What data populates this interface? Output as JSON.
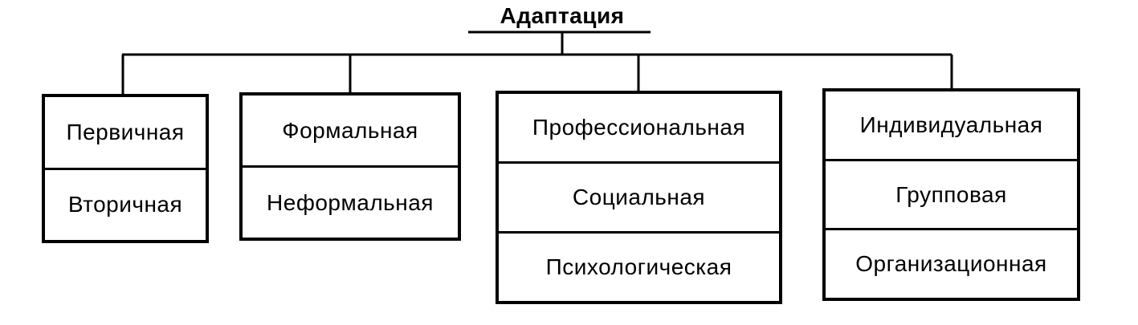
{
  "root": {
    "label": "Адаптация"
  },
  "groups": [
    {
      "items": [
        "Первичная",
        "Вторичная"
      ]
    },
    {
      "items": [
        "Формальная",
        "Неформальная"
      ]
    },
    {
      "items": [
        "Профессиональная",
        "Социальная",
        "Психологическая"
      ]
    },
    {
      "items": [
        "Индивидуальная",
        "Групповая",
        "Организационная"
      ]
    }
  ]
}
